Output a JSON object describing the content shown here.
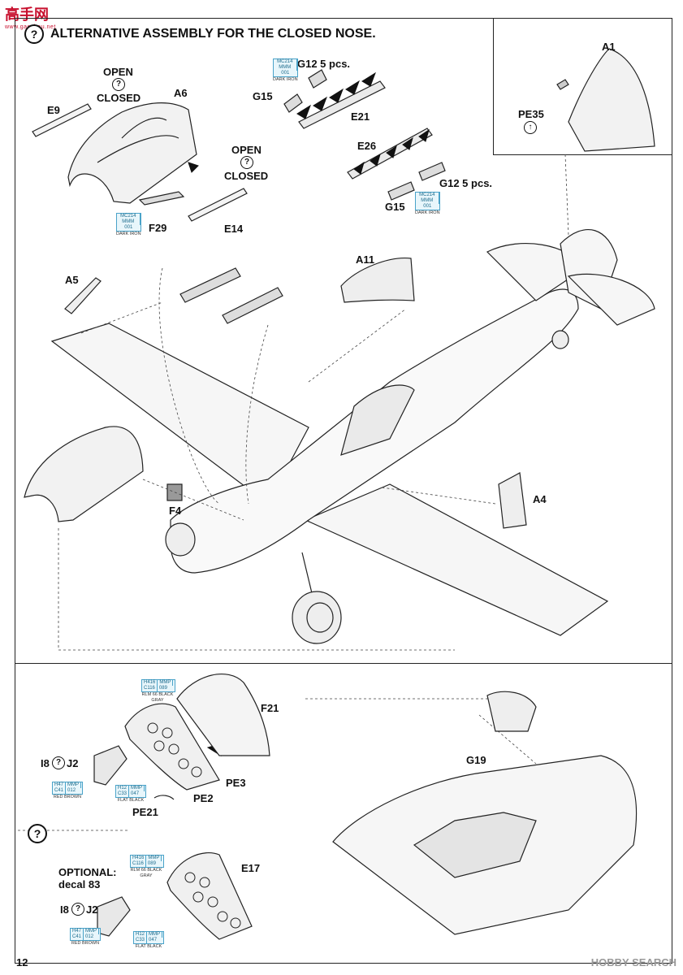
{
  "watermark_top": {
    "chars": "高手网",
    "url": "www.gaoshou.net"
  },
  "watermark_bottom": "HOBBY SEARCH",
  "page_number": "12",
  "header": {
    "help_mark": "?",
    "title": "ALTERNATIVE ASSEMBLY FOR THE CLOSED NOSE."
  },
  "top_section": {
    "open_label_1": "OPEN",
    "closed_label_1": "CLOSED",
    "open_label_2": "OPEN",
    "closed_label_2": "CLOSED",
    "parts": {
      "a6": "A6",
      "e9": "E9",
      "f29": "F29",
      "e14": "E14",
      "g12_top": "G12  5 pcs.",
      "g15_top": "G15",
      "e21": "E21",
      "e26": "E26",
      "g12_bottom": "G12  5 pcs.",
      "g15_bottom": "G15",
      "a5": "A5",
      "a11": "A11",
      "f4": "F4",
      "a4": "A4"
    },
    "paint_dark_iron_1": {
      "codes": [
        "MC214",
        "MMM",
        "001"
      ],
      "name": "DARK IRON"
    },
    "paint_dark_iron_2": {
      "codes": [
        "MC214",
        "MMM",
        "001"
      ],
      "name": "DARK IRON"
    },
    "paint_dark_iron_3": {
      "codes": [
        "MC214",
        "MMM",
        "001"
      ],
      "name": "DARK IRON"
    }
  },
  "inset": {
    "a1": "A1",
    "pe35": "PE35"
  },
  "bottom_section": {
    "f21": "F21",
    "i8": "I8",
    "j2": "J2",
    "pe3": "PE3",
    "pe2": "PE2",
    "pe21": "PE21",
    "g19": "G19",
    "e17": "E17",
    "i8_b": "I8",
    "j2_b": "J2",
    "help_mark": "?",
    "optional_line1": "OPTIONAL:",
    "optional_line2": "decal 83",
    "paint_black_gray": {
      "codes": [
        "H416",
        "MMP",
        "C116",
        "089"
      ],
      "name": "RLM 66 BLACK GRAY"
    },
    "paint_red_brown": {
      "codes": [
        "H47",
        "MMP",
        "C41",
        "012"
      ],
      "name": "RED BROWN"
    },
    "paint_flat_black": {
      "codes": [
        "H12",
        "MMP",
        "C33",
        "047"
      ],
      "name": "FLAT BLACK"
    },
    "paint_black_gray_b": {
      "codes": [
        "H416",
        "MMP",
        "C116",
        "089"
      ],
      "name": "RLM 66 BLACK GRAY"
    },
    "paint_red_brown_b": {
      "codes": [
        "H47",
        "MMP",
        "C41",
        "012"
      ],
      "name": "RED BROWN"
    },
    "paint_flat_black_b": {
      "codes": [
        "H12",
        "MMP",
        "C33",
        "047"
      ],
      "name": "FLAT BLACK"
    }
  }
}
